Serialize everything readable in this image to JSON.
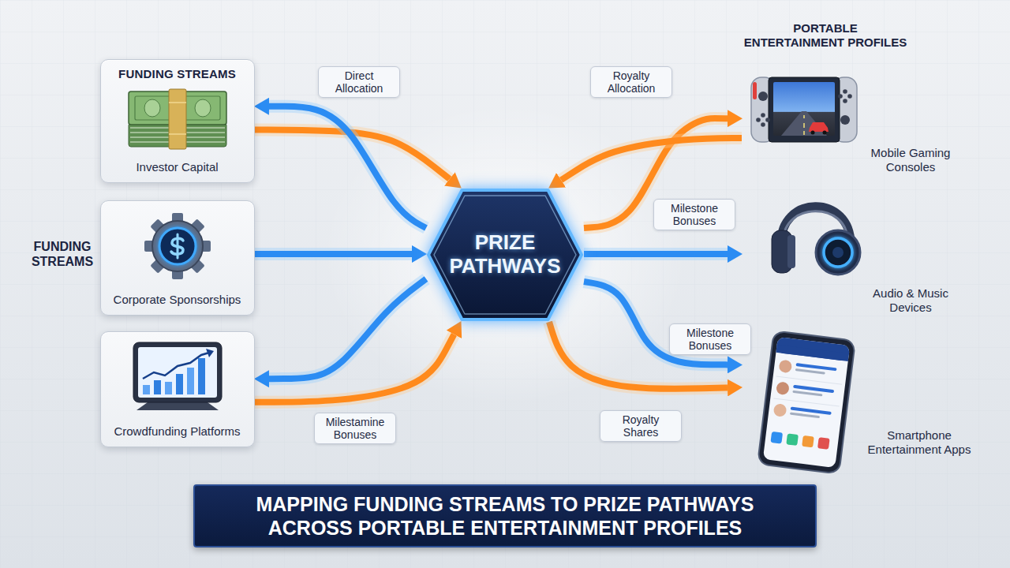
{
  "diagram": {
    "title": "MAPPING FUNDING STREAMS TO PRIZE PATHWAYS ACROSS PORTABLE ENTERTAINMENT PROFILES",
    "nodes": [
      {
        "text": [
          "FUNDING STREAMS",
          "Investor Capital"
        ]
      },
      {
        "text": [
          "Corporate Sponsorships"
        ]
      },
      {
        "text": [
          "Crowdfunding Platforms"
        ]
      },
      {
        "text": [
          "PRIZE PATHWAYS"
        ]
      },
      {
        "text": [
          "Mobile Gaming Consoles"
        ]
      },
      {
        "text": [
          "Audio & Music Devices"
        ]
      },
      {
        "text": [
          "Smartphone Entertainment Apps"
        ]
      }
    ],
    "edges": [
      {
        "from": 0,
        "to": 3,
        "arrow": "to",
        "label": "Direct Allocation"
      },
      {
        "from": 3,
        "to": 0,
        "arrow": "to"
      },
      {
        "from": 1,
        "to": 3,
        "arrow": "to"
      },
      {
        "from": 2,
        "to": 3,
        "arrow": "to",
        "label": "Milestamine Bonuses"
      },
      {
        "from": 3,
        "to": 2,
        "arrow": "to"
      },
      {
        "from": 3,
        "to": 4,
        "arrow": "to",
        "label": "Royalty Allocation"
      },
      {
        "from": 4,
        "to": 3,
        "arrow": "to"
      },
      {
        "from": 3,
        "to": 5,
        "arrow": "to",
        "label": "Milestone Bonuses"
      },
      {
        "from": 3,
        "to": 6,
        "arrow": "to",
        "label": "Royalty Shares"
      },
      {
        "from": 3,
        "to": 6,
        "arrow": "to",
        "label": "Milestone Bonuses"
      }
    ],
    "labels": [
      "FUNDING STREAMS",
      "PORTABLE ENTERTAINMENT PROFILES"
    ]
  }
}
